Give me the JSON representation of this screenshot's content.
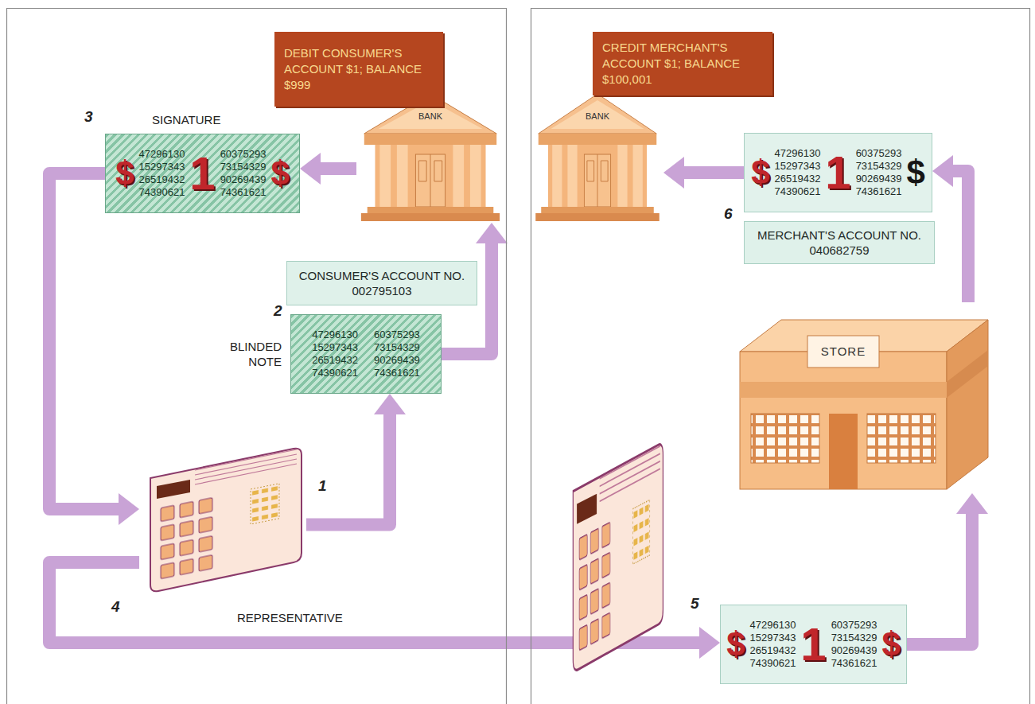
{
  "diagram": {
    "nodes": [
      {
        "text": [
          "DEBIT CONSUMER'S ACCOUNT $1; BALANCE $999"
        ]
      },
      {
        "text": [
          "BANK"
        ]
      },
      {
        "text": [
          "SIGNATURE",
          "$",
          "47296130 15297343 26519432 74390621",
          "1",
          "60375293 73154329 90269439 74361621",
          "$"
        ]
      },
      {
        "text": [
          "CONSUMER'S ACCOUNT NO. 002795103"
        ]
      },
      {
        "text": [
          "BLINDED NOTE",
          "47296130 15297343 26519432 74390621",
          "60375293 73154329 90269439 74361621"
        ]
      },
      {
        "text": [
          "REPRESENTATIVE"
        ]
      },
      {
        "text": [
          "CREDIT MERCHANT'S ACCOUNT $1; BALANCE $100,001"
        ]
      },
      {
        "text": [
          "BANK"
        ]
      },
      {
        "text": [
          "$",
          "47296130 15297343 26519432 74390621",
          "1",
          "60375293 73154329 90269439 74361621",
          "$"
        ]
      },
      {
        "text": [
          "MERCHANT'S ACCOUNT NO. 040682759"
        ]
      },
      {
        "text": [
          "STORE"
        ]
      },
      {
        "text": [
          "$",
          "47296130 15297343 26519432 74390621",
          "1",
          "60375293 73154329 90269439 74361621",
          "$"
        ]
      }
    ],
    "edges": [
      {
        "from": 5,
        "to": 4,
        "arrow": "to"
      },
      {
        "from": 4,
        "to": 1,
        "arrow": "to"
      },
      {
        "from": 1,
        "to": 2,
        "arrow": "to"
      },
      {
        "from": 2,
        "to": 5,
        "arrow": "to"
      },
      {
        "from": 5,
        "to": 11,
        "arrow": "to"
      },
      {
        "from": 11,
        "to": 10,
        "arrow": "to"
      },
      {
        "from": 10,
        "to": 8,
        "arrow": "to"
      },
      {
        "from": 8,
        "to": 7,
        "arrow": "to"
      }
    ],
    "labels": [
      "3",
      "2",
      "1",
      "4",
      "5",
      "6"
    ]
  }
}
